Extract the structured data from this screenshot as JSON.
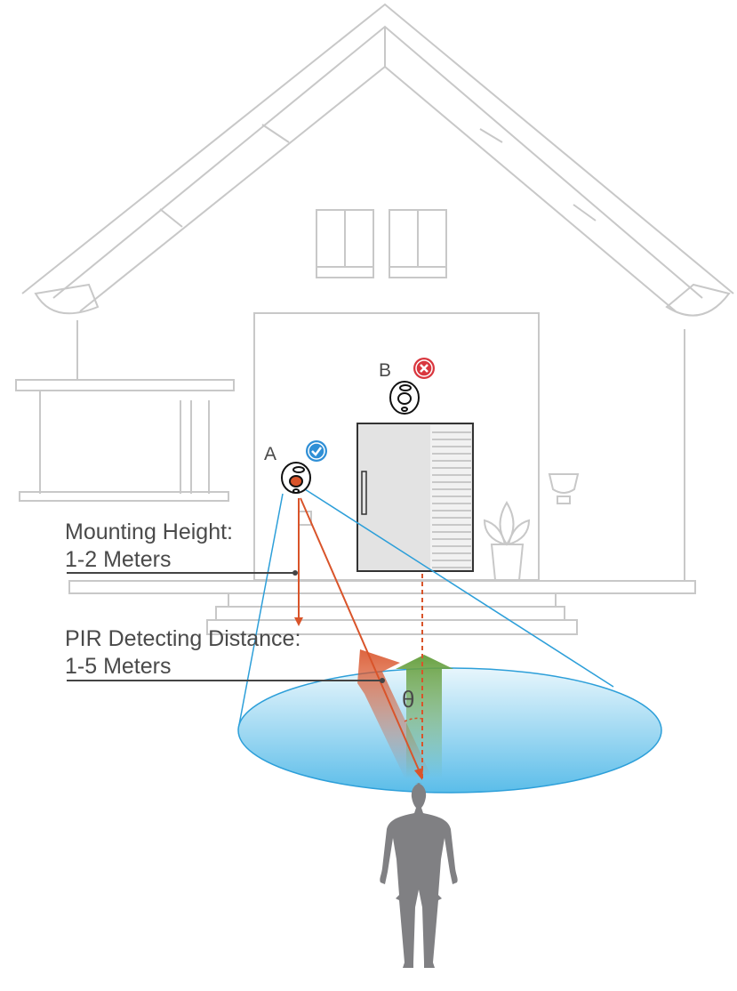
{
  "labels": {
    "camera_a": "A",
    "camera_b": "B",
    "mounting_height_title": "Mounting Height:",
    "mounting_height_value": "1-2 Meters",
    "pir_distance_title": "PIR Detecting Distance:",
    "pir_distance_value": "1-5 Meters",
    "angle": "θ"
  },
  "icons": {
    "camera_a_status": "check-icon",
    "camera_b_status": "cross-icon"
  },
  "colors": {
    "house_line": "#c8c8c8",
    "check": "#2f8fd6",
    "cross": "#d9363e",
    "arrow_red": "#d9542a",
    "arrow_green": "#6aa244",
    "field_blue": "#5bbde9",
    "person": "#808083"
  }
}
